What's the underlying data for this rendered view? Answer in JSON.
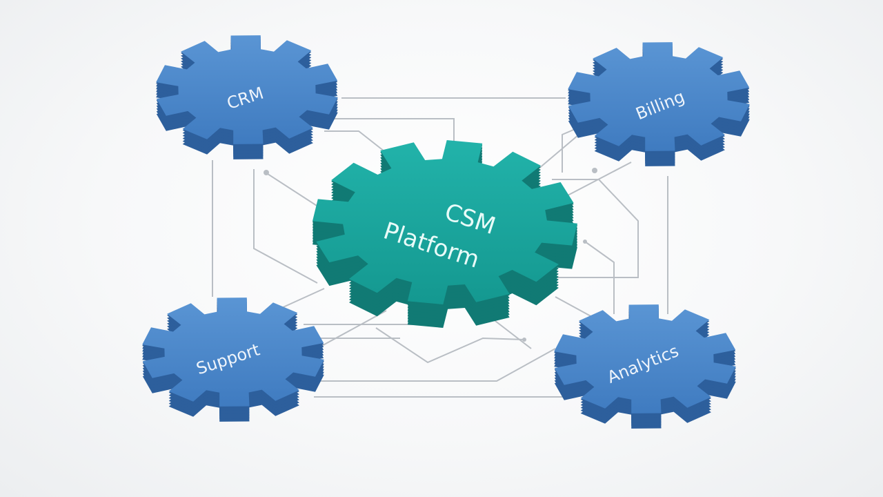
{
  "diagram": {
    "center": {
      "line1": "CSM",
      "line2": "Platform",
      "color": "#1aa39c",
      "side_color": "#117a74"
    },
    "satellites": [
      {
        "id": "crm",
        "label": "CRM"
      },
      {
        "id": "billing",
        "label": "Billing"
      },
      {
        "id": "support",
        "label": "Support"
      },
      {
        "id": "analytics",
        "label": "Analytics"
      }
    ],
    "satellite_color": "#4a86c8",
    "satellite_side_color": "#2d5f9c",
    "connector_color": "#b9bec4"
  }
}
